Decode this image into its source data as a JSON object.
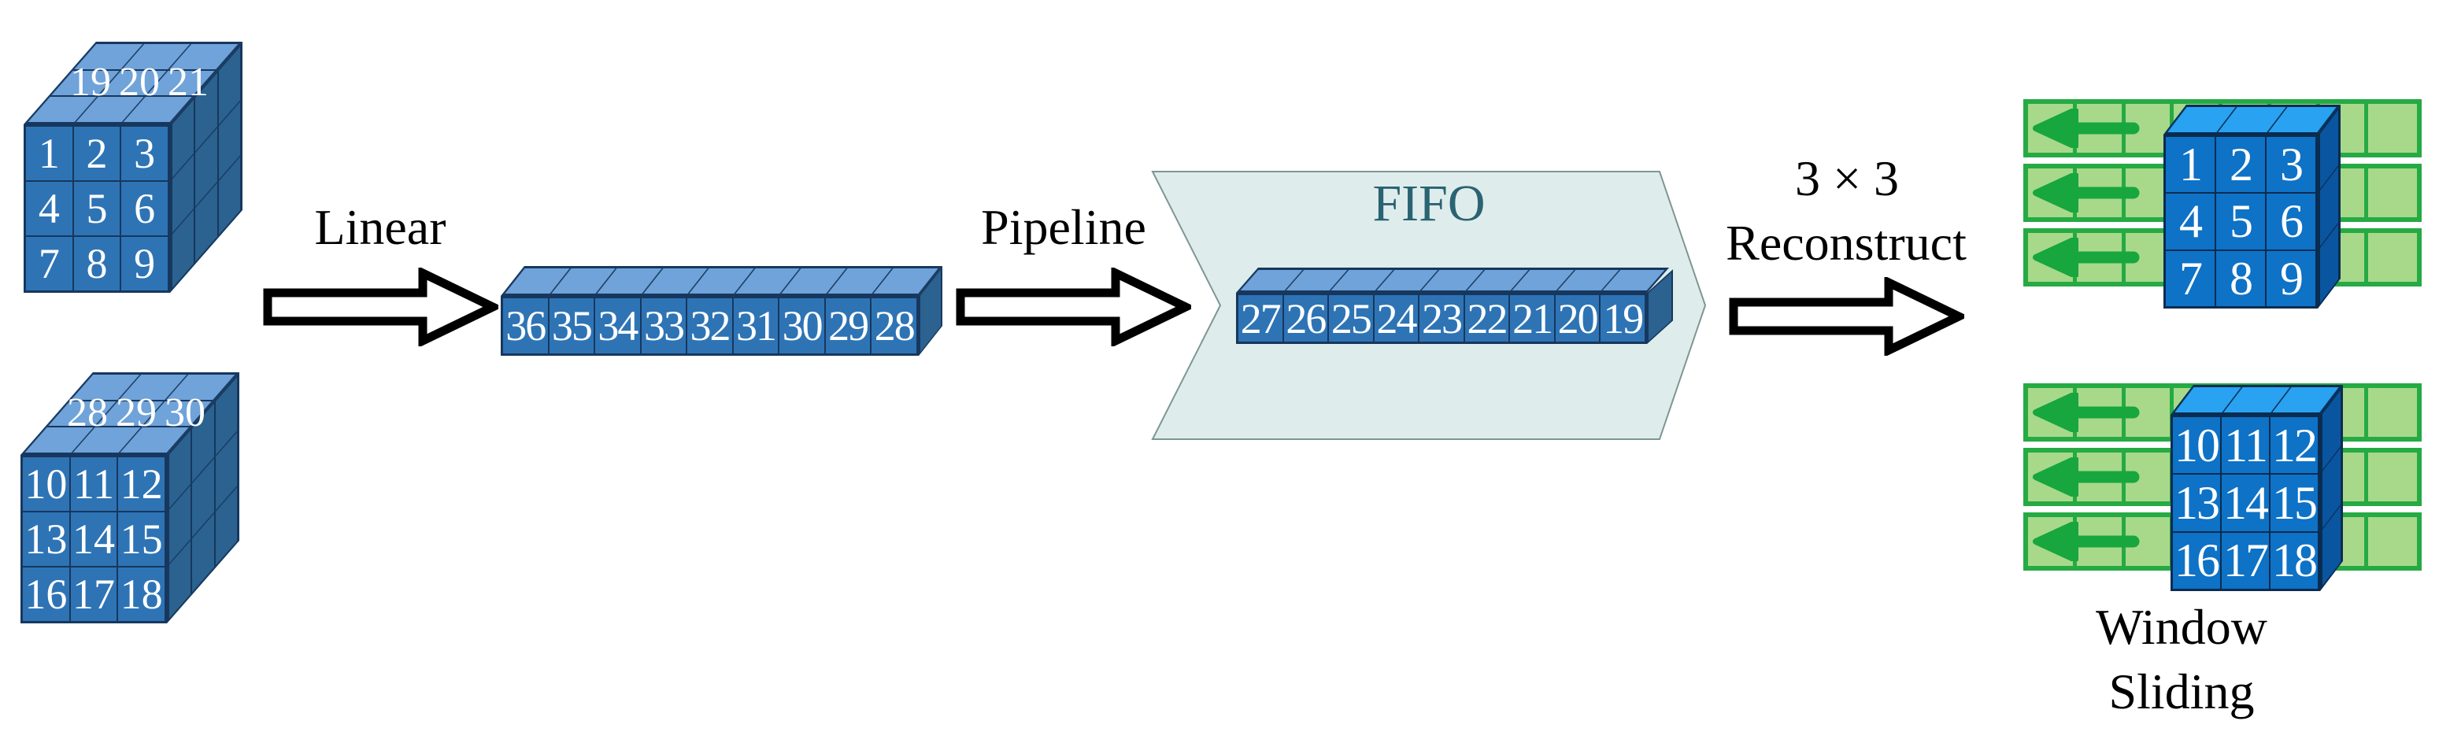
{
  "labels": {
    "linear": "Linear",
    "pipeline": "Pipeline",
    "fifo": "FIFO",
    "reconstruct_top": "3 × 3",
    "reconstruct_bottom": "Reconstruct",
    "window_top": "Window",
    "window_bottom": "Sliding"
  },
  "colors": {
    "cube_front": "#2E74B5",
    "cube_top": "#6FA3D9",
    "cube_side": "#2B628F",
    "cube_edge": "#17375E",
    "bright_cube_front": "#0E72C6",
    "bright_cube_top": "#29A2F2",
    "bright_cube_side": "#0A55A0",
    "fifo_fill": "#DEEDEB",
    "fifo_text": "#2A6372",
    "grid_fill": "#A8D98A",
    "grid_line": "#25AA44",
    "grid_arrow": "#18A63E",
    "number_text": "#FFFFFF",
    "label_text": "#000000"
  },
  "input_cube_top": {
    "front": [
      "1",
      "2",
      "3",
      "4",
      "5",
      "6",
      "7",
      "8",
      "9"
    ],
    "top_row": [
      "19",
      "20",
      "21"
    ]
  },
  "input_cube_bottom": {
    "front": [
      "10",
      "11",
      "12",
      "13",
      "14",
      "15",
      "16",
      "17",
      "18"
    ],
    "top_row": [
      "28",
      "29",
      "30"
    ]
  },
  "linear_row": [
    "36",
    "35",
    "34",
    "33",
    "32",
    "31",
    "30",
    "29",
    "28"
  ],
  "fifo_row": [
    "27",
    "26",
    "25",
    "24",
    "23",
    "22",
    "21",
    "20",
    "19"
  ],
  "window_cube_top": {
    "front": [
      "1",
      "2",
      "3",
      "4",
      "5",
      "6",
      "7",
      "8",
      "9"
    ]
  },
  "window_cube_bottom": {
    "front": [
      "10",
      "11",
      "12",
      "13",
      "14",
      "15",
      "16",
      "17",
      "18"
    ]
  }
}
